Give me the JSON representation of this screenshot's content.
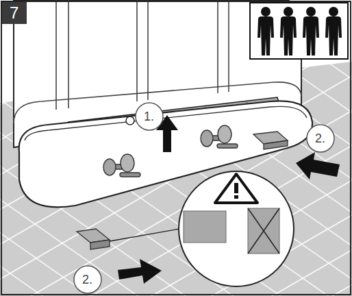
{
  "diagram": {
    "labels": [
      "7",
      "1.",
      "2.",
      "2."
    ]
  }
}
